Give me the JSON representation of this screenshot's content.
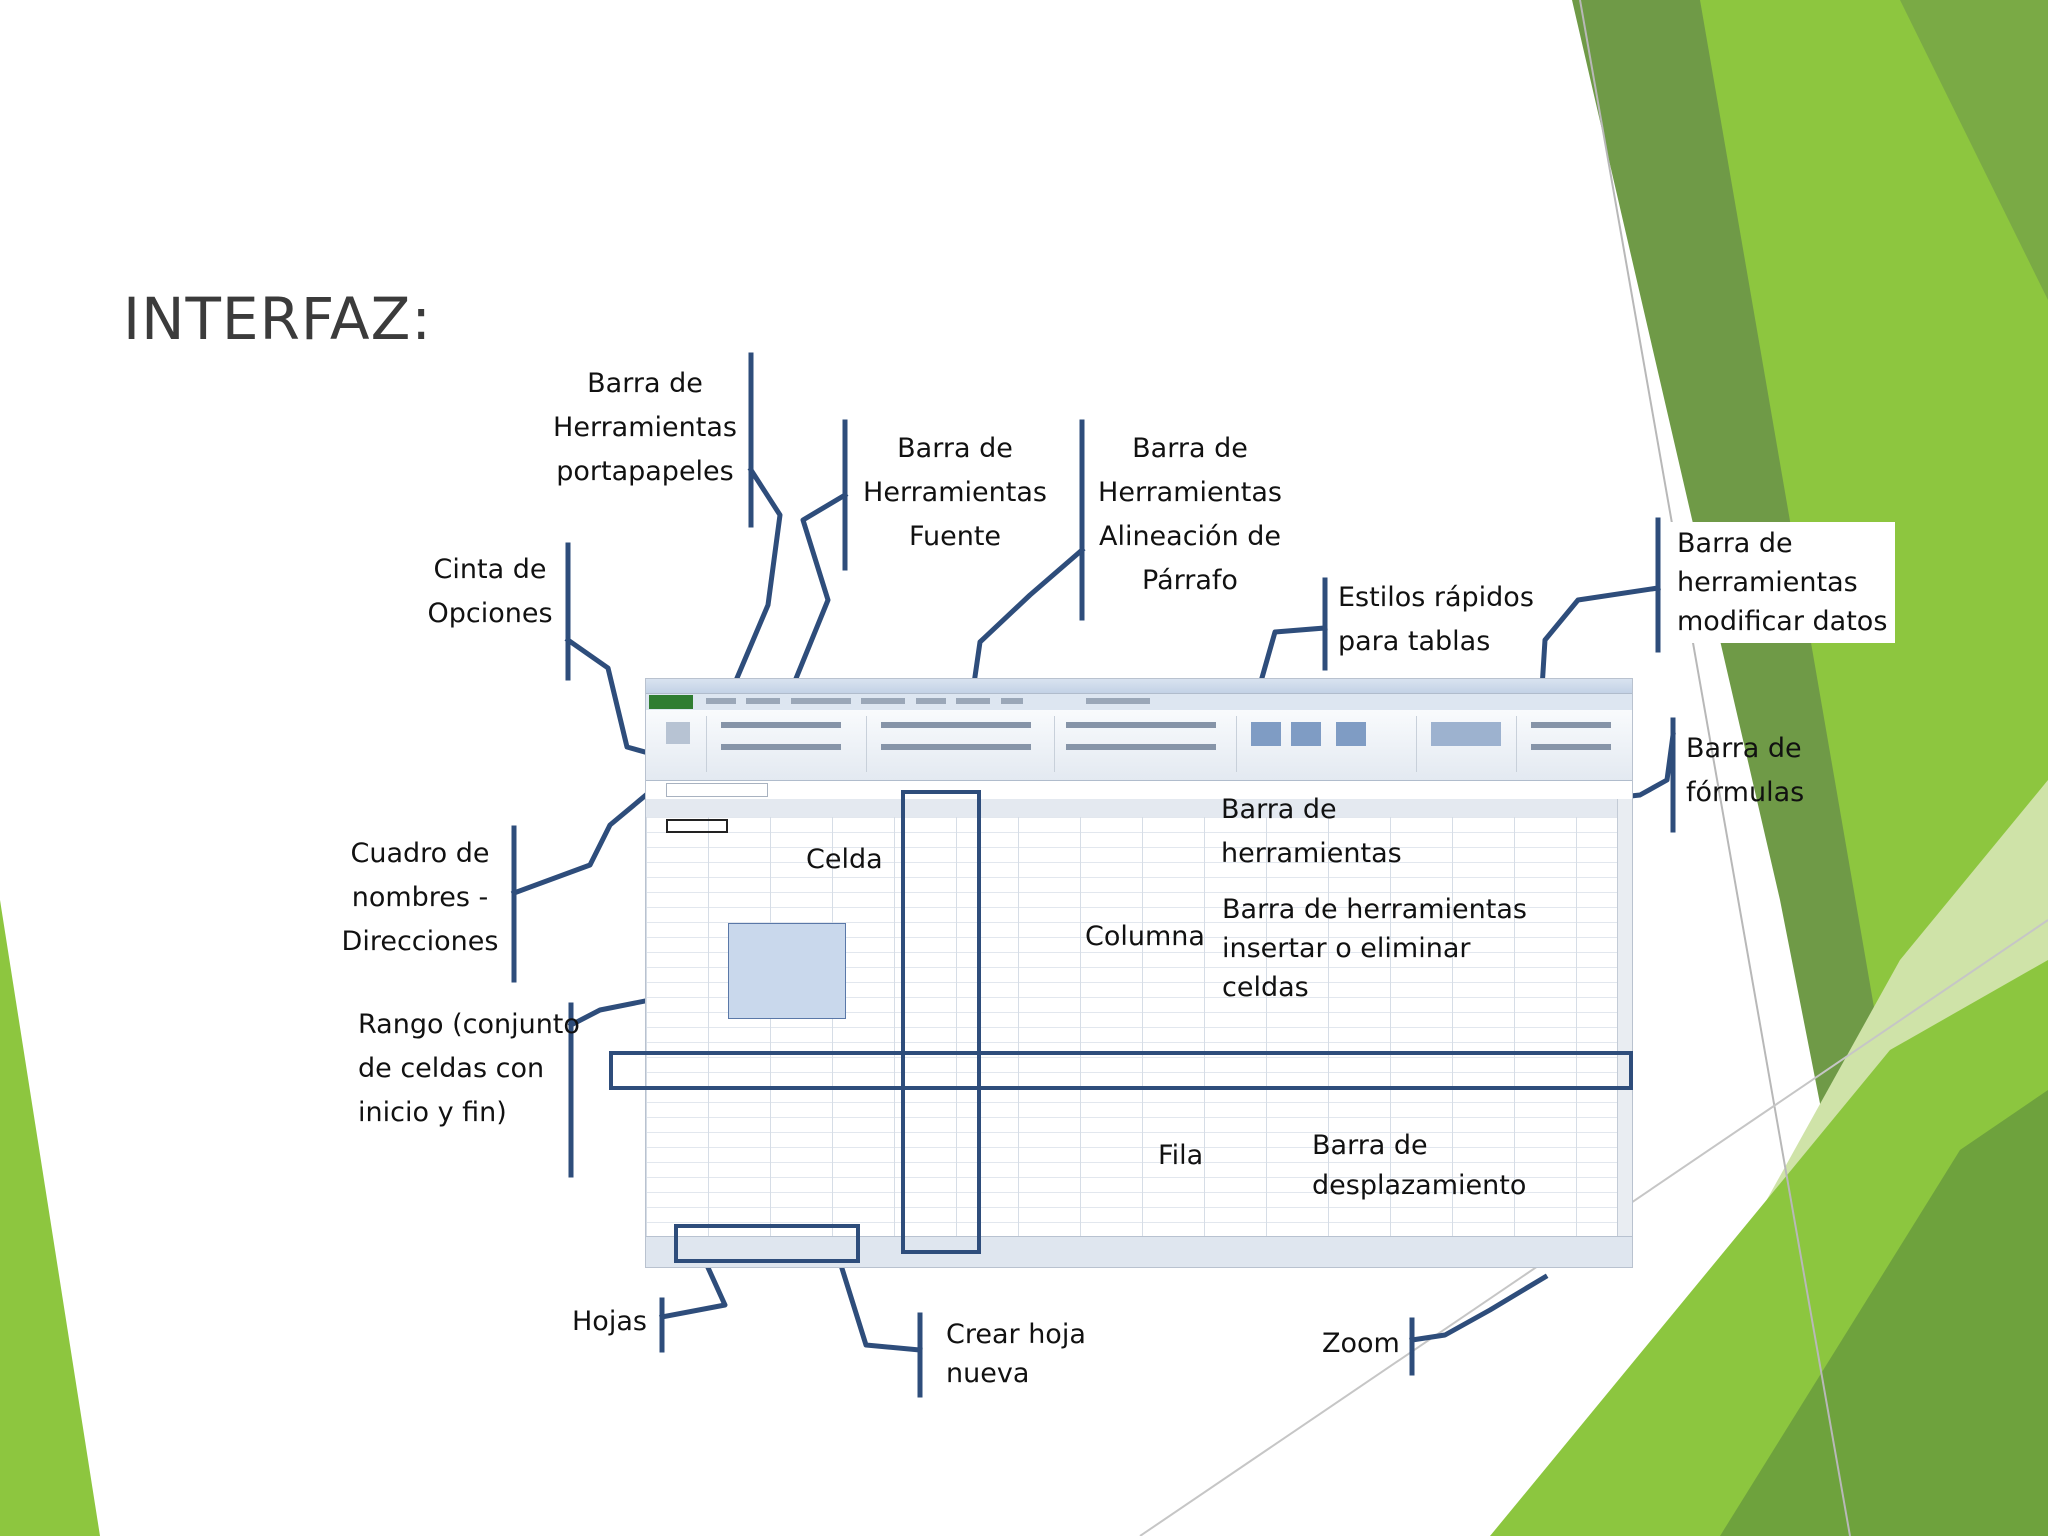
{
  "title": "INTERFAZ:",
  "labels": {
    "portapapeles": [
      "Barra de",
      "Herramientas",
      "portapapeles"
    ],
    "fuente": [
      "Barra de",
      "Herramientas",
      "Fuente"
    ],
    "alineacion": [
      "Barra de",
      "Herramientas",
      "Alineación de",
      "Párrafo"
    ],
    "estilos": [
      "Estilos rápidos",
      "para tablas"
    ],
    "modificar": [
      "Barra de",
      "herramientas",
      "modificar datos"
    ],
    "cinta": [
      "Cinta de",
      "Opciones"
    ],
    "formulas": [
      "Barra de",
      "fórmulas"
    ],
    "cuadro": [
      "Cuadro de",
      "nombres -",
      "Direcciones"
    ],
    "celda": "Celda",
    "herramientas": [
      "Barra de",
      "herramientas"
    ],
    "insertar": [
      "Barra de herramientas",
      "insertar o eliminar",
      "celdas"
    ],
    "columna": "Columna",
    "rango": [
      "Rango (conjunto",
      "de celdas con",
      "inicio y fin)"
    ],
    "fila": "Fila",
    "desplazamiento": [
      "Barra de",
      "desplazamiento"
    ],
    "hojas": "Hojas",
    "crear": [
      "Crear hoja",
      "nueva"
    ],
    "zoom": "Zoom"
  },
  "colors": {
    "leader": "#2e4d7b",
    "green_dark": "#5f8f3a",
    "green_mid": "#7cb342",
    "green_light": "#9ccc3c",
    "green_pale": "#cfe7a8"
  }
}
